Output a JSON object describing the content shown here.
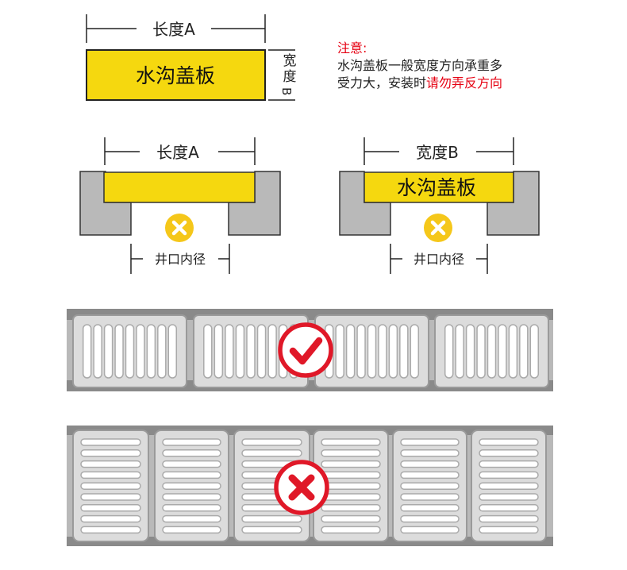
{
  "labels": {
    "length_a": "长度A",
    "width_b": "宽度B",
    "cover": "水沟盖板",
    "opening": "井口内径"
  },
  "note": {
    "title": "注意:",
    "line1": "水沟盖板一般宽度方向承重多",
    "line2_prefix": "受力大，安装时",
    "line2_warn": "请勿弄反方向"
  },
  "icons": {
    "wrong_small": "x-circle-icon",
    "correct": "check-circle-icon",
    "wrong": "x-circle-icon"
  },
  "colors": {
    "yellow": "#f5d80f",
    "gray": "#b9b9b9",
    "dark_gray": "#8a8a8a",
    "red": "#e01828",
    "warn_yellow": "#f5c71a"
  }
}
